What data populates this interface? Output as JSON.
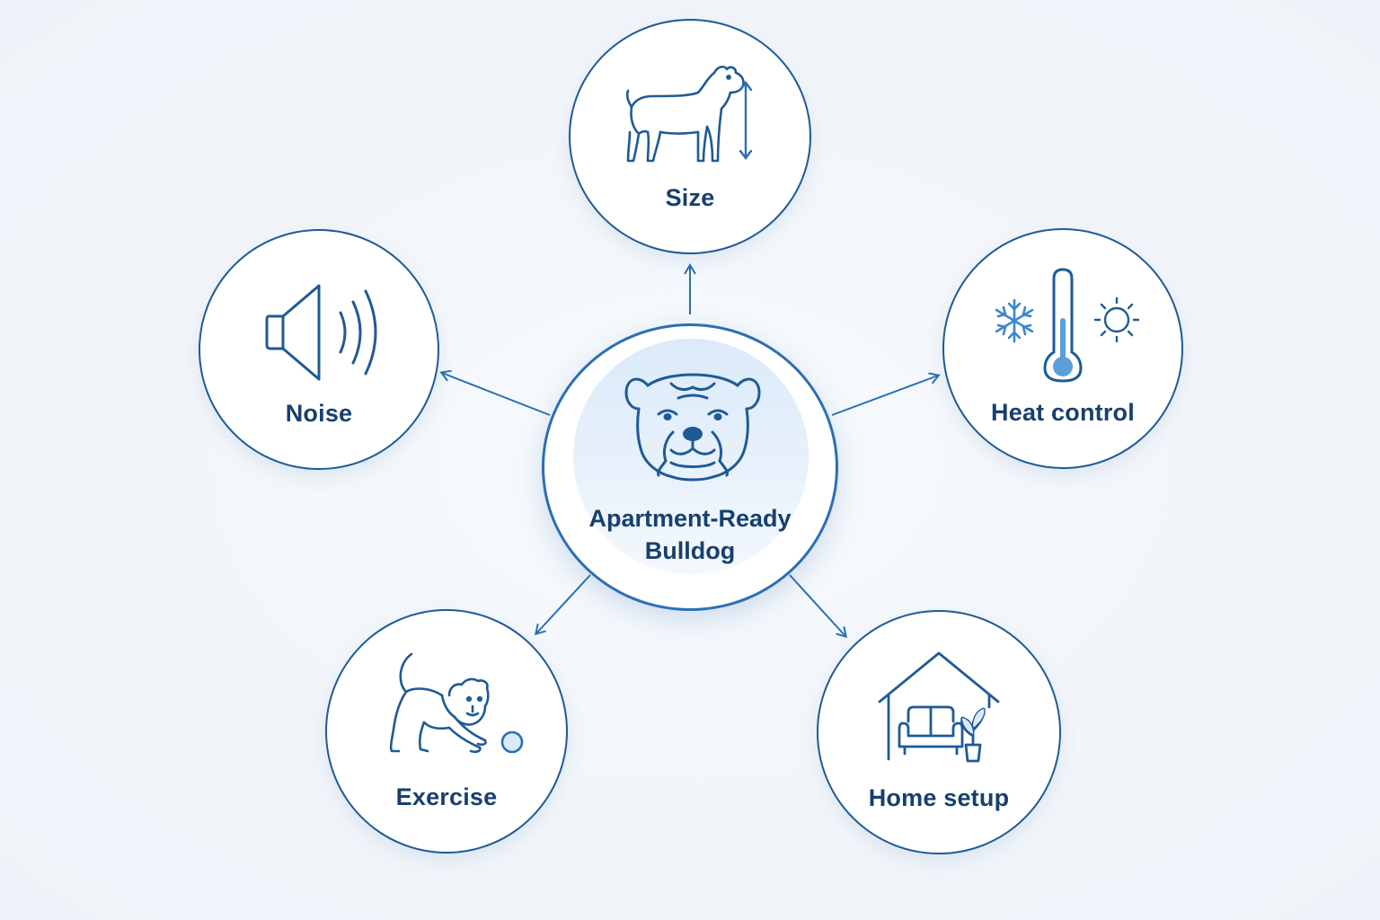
{
  "center": {
    "label_line1": "Apartment-Ready",
    "label_line2": "Bulldog",
    "icon": "bulldog-face-icon"
  },
  "nodes": {
    "size": {
      "label": "Size",
      "icon": "standing-dog-height-icon"
    },
    "noise": {
      "label": "Noise",
      "icon": "speaker-icon"
    },
    "heat": {
      "label": "Heat control",
      "icon": "thermometer-icon"
    },
    "exercise": {
      "label": "Exercise",
      "icon": "playing-bulldog-icon"
    },
    "home": {
      "label": "Home setup",
      "icon": "house-sofa-icon"
    }
  },
  "colors": {
    "stroke": "#1f5a96",
    "accent": "#2a6fb4",
    "light_fill": "#dbeaf9",
    "text": "#183f6e"
  }
}
